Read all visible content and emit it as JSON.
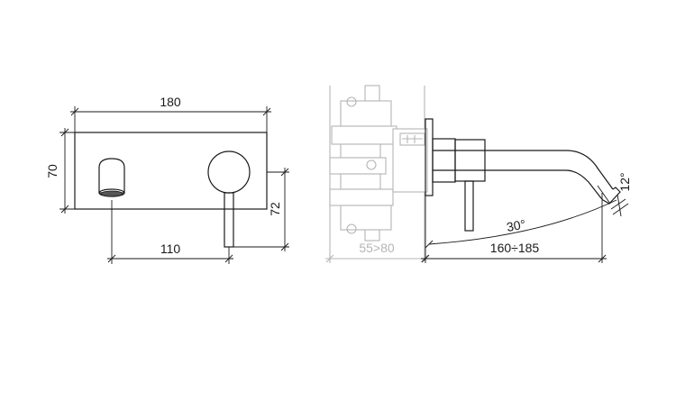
{
  "front_view": {
    "width_label": "180",
    "height_label": "70",
    "spout_spacing_label": "110",
    "handle_height_label": "72"
  },
  "side_view": {
    "wall_depth_label": "55>80",
    "spout_reach_label": "160÷185",
    "swing_angle_label": "30°",
    "spout_angle_label": "12°"
  }
}
